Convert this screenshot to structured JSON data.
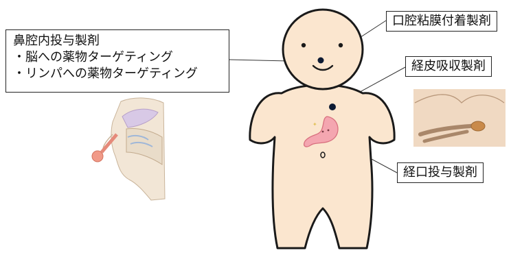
{
  "labels": {
    "nasal": {
      "title": "鼻腔内投与製剤",
      "items": [
        "・脳への薬物ターゲティング",
        "・リンパへの薬物ターゲティング"
      ]
    },
    "oral_mucosal": "口腔粘膜付着製剤",
    "transdermal": "経皮吸収製剤",
    "oral": "経口投与製剤"
  },
  "colors": {
    "skin": "#fbe6cf",
    "outline": "#1a1a1a",
    "stomach": "#f4a6b0",
    "dot": "#0d1a33"
  },
  "icons": [
    "nose-cross-section-illustration",
    "transdermal-patch-illustration",
    "stomach-illustration"
  ]
}
